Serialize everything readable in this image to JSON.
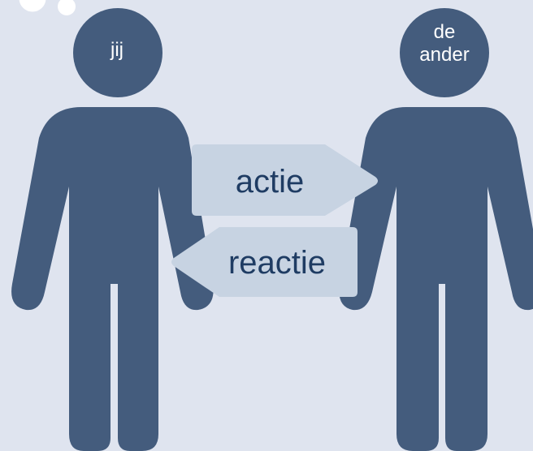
{
  "figures": {
    "left": {
      "label": "jij"
    },
    "right": {
      "label_line1": "de",
      "label_line2": "ander"
    }
  },
  "arrows": {
    "top": {
      "label": "actie",
      "direction": "right"
    },
    "bottom": {
      "label": "reactie",
      "direction": "left"
    }
  },
  "colors": {
    "background": "#dfe4ef",
    "figure": "#445c7d",
    "arrow_fill": "#c7d3e2",
    "arrow_text": "#1f3c63",
    "thought_bubble": "#ffffff"
  }
}
